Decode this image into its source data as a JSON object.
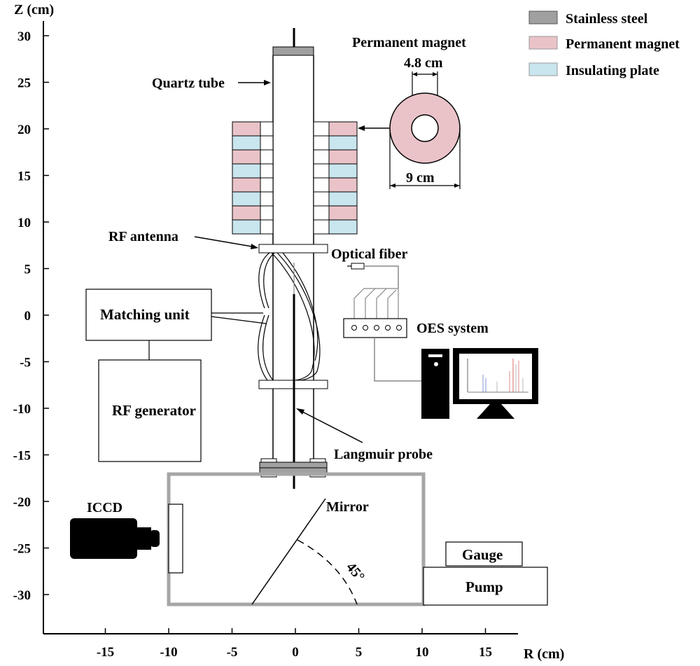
{
  "axes": {
    "z_label": "Z (cm)",
    "r_label": "R (cm)",
    "z_ticks": [
      "30",
      "25",
      "20",
      "15",
      "10",
      "5",
      "0",
      "-5",
      "-10",
      "-15",
      "-20",
      "-25",
      "-30"
    ],
    "r_ticks": [
      "-15",
      "-10",
      "-5",
      "0",
      "5",
      "10",
      "15"
    ]
  },
  "legend": [
    {
      "label": "Stainless steel",
      "color": "#a0a0a0"
    },
    {
      "label": "Permanent magnet",
      "color": "#e9c3c8"
    },
    {
      "label": "Insulating plate",
      "color": "#c9e5ee"
    }
  ],
  "labels": {
    "quartz_tube": "Quartz tube",
    "permanent_magnet": "Permanent magnet",
    "inner_diameter": "4.8 cm",
    "outer_diameter": "9 cm",
    "rf_antenna": "RF antenna",
    "optical_fiber": "Optical fiber",
    "oes_system": "OES system",
    "matching_unit": "Matching unit",
    "rf_generator": "RF generator",
    "langmuir_probe": "Langmuir probe",
    "iccd": "ICCD",
    "mirror": "Mirror",
    "angle": "45°",
    "gauge": "Gauge",
    "pump": "Pump"
  },
  "colors": {
    "stainless_steel": "#a0a0a0",
    "magnet": "#e9c3c8",
    "insulating": "#c9e5ee",
    "chamber": "#a6a6a6",
    "screen_red": "#d04040",
    "screen_blue": "#3050c0"
  }
}
